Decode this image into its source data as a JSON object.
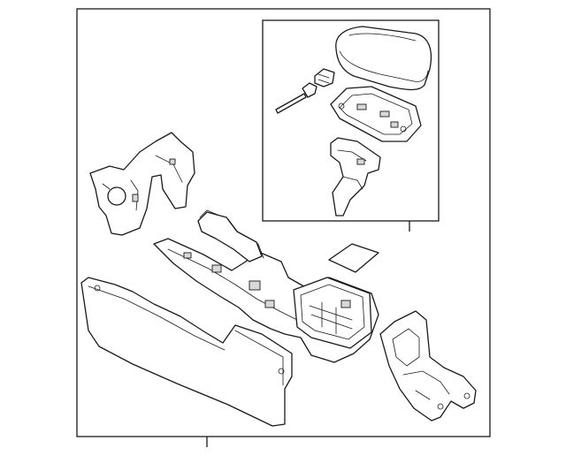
{
  "diagram": {
    "kind": "exploded parts diagram",
    "parts": [
      "armrest-lid",
      "latch",
      "lid-hinge-pin",
      "hinge-clip",
      "lid-base-plate",
      "lid-bracket",
      "front-bracket",
      "console-base",
      "storage-bin",
      "mat-pad",
      "side-panel",
      "rear-bracket"
    ],
    "colors": {
      "line": "#1a1a1a",
      "background": "#ffffff",
      "shade": "#d9d9d9"
    }
  }
}
